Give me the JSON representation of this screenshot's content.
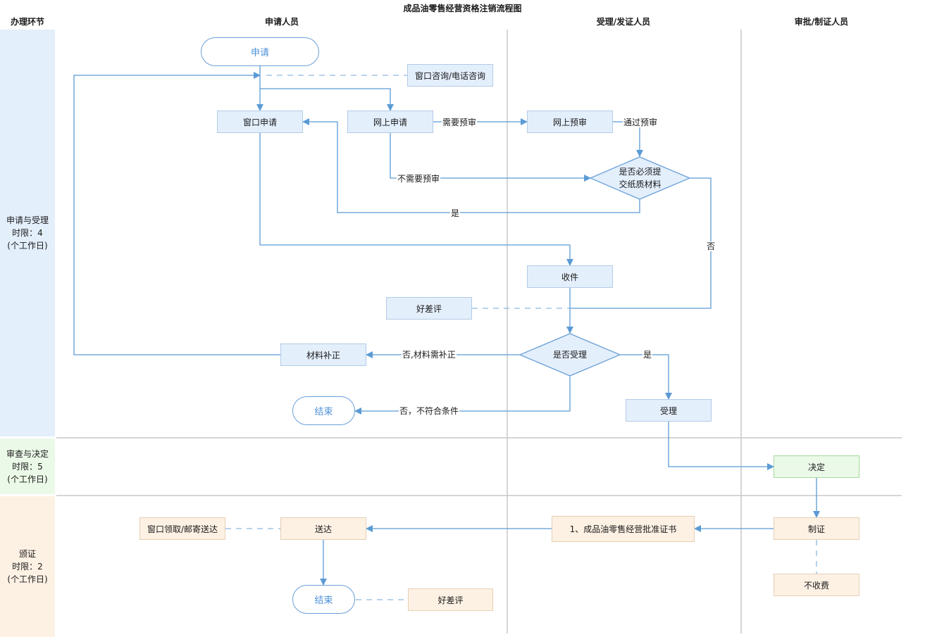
{
  "title": "成品油零售经营资格注销流程图",
  "headers": {
    "phase": "办理环节",
    "applicant": "申请人员",
    "acceptor": "受理/发证人员",
    "approver": "审批/制证人员"
  },
  "phases": {
    "p1": "申请与受理\n时限：4\n(个工作日)",
    "p2": "审查与决定\n时限：5\n(个工作日)",
    "p3": "颁证\n时限：2\n(个工作日)"
  },
  "nodes": {
    "start": "申请",
    "consult": "窗口咨询/电话咨询",
    "window_apply": "窗口申请",
    "online_apply": "网上申请",
    "online_precheck": "网上预审",
    "paper_decision": "是否必须提\n交纸质材料",
    "receive": "收件",
    "rating1": "好差评",
    "accept_decision": "是否受理",
    "supplement": "材料补正",
    "end1": "结束",
    "accept": "受理",
    "decide": "决定",
    "make_cert": "制证",
    "no_fee": "不收费",
    "cert_doc": "1、成品油零售经营批准证书",
    "deliver": "送达",
    "pickup": "窗口领取/邮寄送达",
    "end2": "结束",
    "rating2": "好差评"
  },
  "edge_labels": {
    "need_precheck": "需要预审",
    "pass_precheck": "通过预审",
    "no_precheck": "不需要预审",
    "yes_paper": "是",
    "no_paper": "否",
    "no_supplement": "否,材料需补正",
    "yes_accept": "是",
    "no_condition": "否，不符合条件"
  },
  "colors": {
    "line": "#5b9bd5",
    "phase1_bg": "#e4effc",
    "phase2_bg": "#ebf9e8",
    "phase3_bg": "#fdf1e4",
    "divider": "#c8c8c8"
  }
}
